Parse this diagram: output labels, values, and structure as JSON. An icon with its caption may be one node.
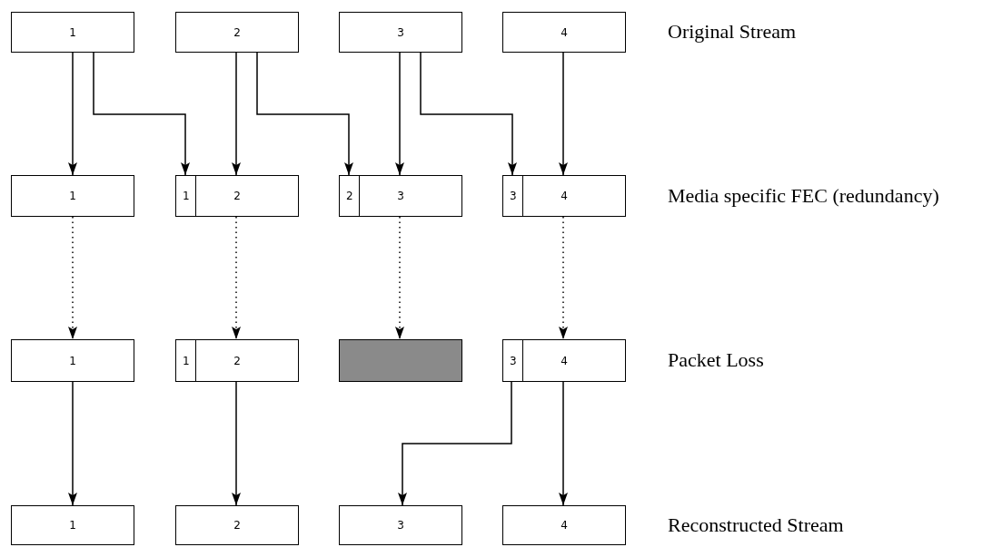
{
  "diagram": {
    "nodes": [
      {
        "text": [
          "1"
        ]
      },
      {
        "text": [
          "2"
        ]
      },
      {
        "text": [
          "3"
        ]
      },
      {
        "text": [
          "4"
        ]
      },
      {
        "text": [
          "1"
        ]
      },
      {
        "text": [
          "1"
        ]
      },
      {
        "text": [
          "2"
        ]
      },
      {
        "text": [
          "2"
        ]
      },
      {
        "text": [
          "3"
        ]
      },
      {
        "text": [
          "3"
        ]
      },
      {
        "text": [
          "4"
        ]
      },
      {
        "text": [
          "1"
        ]
      },
      {
        "text": [
          "1"
        ]
      },
      {
        "text": [
          "2"
        ]
      },
      {
        "text": [],
        "shape": "box"
      },
      {
        "text": [
          "3"
        ]
      },
      {
        "text": [
          "4"
        ]
      },
      {
        "text": [
          "1"
        ]
      },
      {
        "text": [
          "2"
        ]
      },
      {
        "text": [
          "3"
        ]
      },
      {
        "text": [
          "4"
        ]
      }
    ],
    "edges": [
      {
        "from": 0,
        "to": 4,
        "arrow": "to"
      },
      {
        "from": 0,
        "to": 5,
        "arrow": "to"
      },
      {
        "from": 1,
        "to": 6,
        "arrow": "to"
      },
      {
        "from": 1,
        "to": 7,
        "arrow": "to"
      },
      {
        "from": 2,
        "to": 8,
        "arrow": "to"
      },
      {
        "from": 2,
        "to": 9,
        "arrow": "to"
      },
      {
        "from": 3,
        "to": 10,
        "arrow": "to"
      },
      {
        "from": 4,
        "to": 11,
        "arrow": "to",
        "style": "dashed"
      },
      {
        "from": 6,
        "to": 13,
        "arrow": "to",
        "style": "dashed"
      },
      {
        "from": 8,
        "to": 14,
        "arrow": "to",
        "style": "dashed"
      },
      {
        "from": 10,
        "to": 16,
        "arrow": "to",
        "style": "dashed"
      },
      {
        "from": 11,
        "to": 17,
        "arrow": "to"
      },
      {
        "from": 13,
        "to": 18,
        "arrow": "to"
      },
      {
        "from": 15,
        "to": 19,
        "arrow": "to"
      },
      {
        "from": 16,
        "to": 20,
        "arrow": "to"
      }
    ],
    "labels": [
      "Original Stream",
      "Media specific FEC (redundancy)",
      "Packet Loss",
      "Reconstructed Stream"
    ]
  }
}
